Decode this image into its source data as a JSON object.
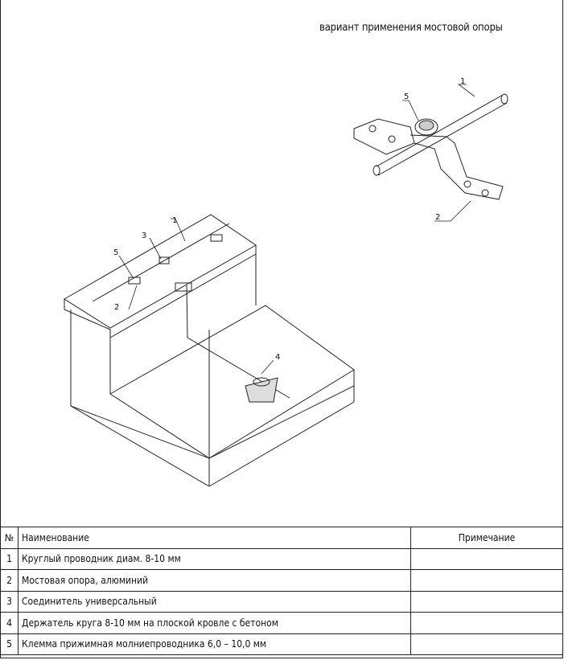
{
  "title": "вариант применения мостовой опоры",
  "callouts": {
    "detail": [
      "1",
      "5",
      "2"
    ],
    "main": [
      "1",
      "3",
      "5",
      "2",
      "4"
    ]
  },
  "table": {
    "headers": {
      "num": "№",
      "name": "Наименование",
      "note": "Примечание"
    },
    "rows": [
      {
        "num": "1",
        "name": "Круглый проводник диам. 8-10 мм",
        "note": ""
      },
      {
        "num": "2",
        "name": "Мостовая опора, алюминий",
        "note": ""
      },
      {
        "num": "3",
        "name": "Соединитель универсальный",
        "note": ""
      },
      {
        "num": "4",
        "name": "Держатель круга 8-10 мм на плоской кровле с бетоном",
        "note": ""
      },
      {
        "num": "5",
        "name": "Клемма прижимная молниепроводника 6,0 – 10,0 мм",
        "note": ""
      }
    ]
  }
}
